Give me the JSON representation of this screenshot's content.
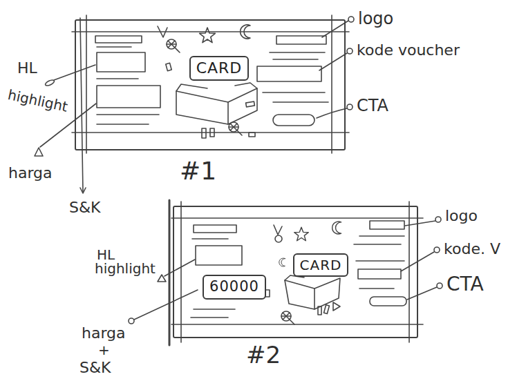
{
  "diagram": {
    "nodes": [
      {
        "text": [
          "#1"
        ]
      },
      {
        "text": [
          "CARD"
        ],
        "in": 0
      },
      {
        "text": [
          "#2"
        ]
      },
      {
        "text": [
          "CARD"
        ],
        "in": 2
      },
      {
        "text": [
          "60000"
        ],
        "in": 2
      }
    ],
    "labels": [
      "logo",
      "kode voucher",
      "CTA",
      "HL",
      "highlight",
      "harga",
      "S&K",
      "logo",
      "kode. V",
      "CTA",
      "HL",
      "highlight",
      "harga",
      "+",
      "S&K"
    ]
  }
}
